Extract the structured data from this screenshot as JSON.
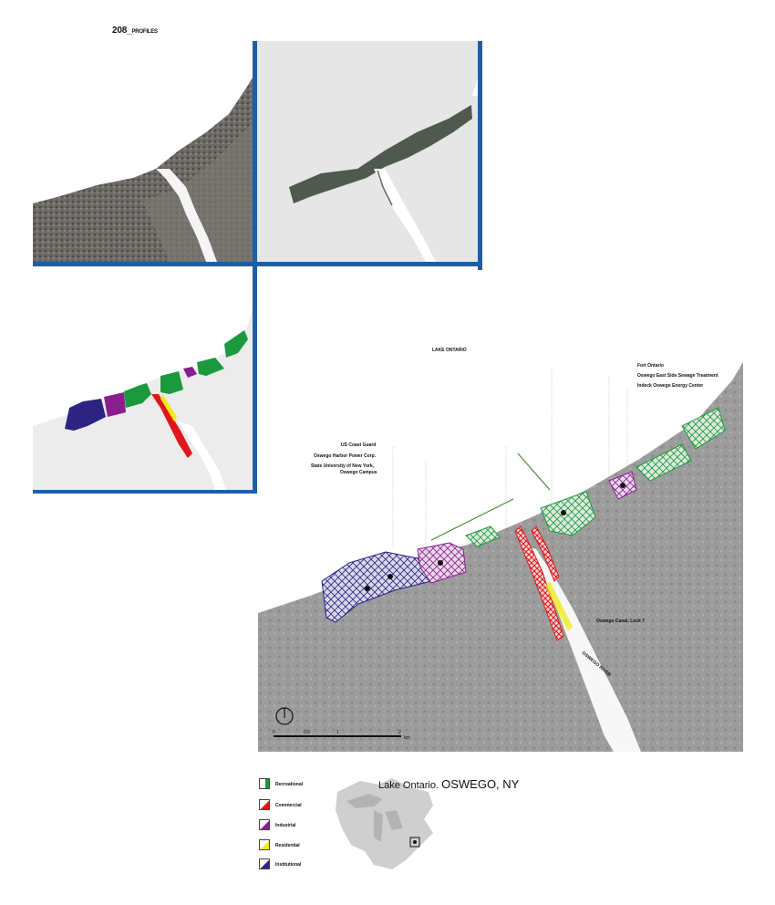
{
  "header": {
    "page_number": "208_",
    "section": "PROFILES"
  },
  "map": {
    "lake_label": "LAKE ONTARIO",
    "river_label": "OSWEGO RIVER",
    "callouts": [
      "US Coast Guard",
      "Oswego Harbor Power Corp.",
      "State University of New York,",
      "Oswego Campus",
      "Fort Ontario",
      "Oswego East Side Sewage Treatment",
      "Indeck Oswego Energy Center",
      "Oswego Canal, Lock 7"
    ],
    "scale": {
      "ticks": [
        "0",
        "0.5",
        "1",
        "2"
      ],
      "unit": "km"
    }
  },
  "legend": {
    "items": [
      {
        "label": "Recreational",
        "color": "#1a9a3c"
      },
      {
        "label": "Commercial",
        "color": "#e0161b"
      },
      {
        "label": "Industrial",
        "color": "#8a1e8e"
      },
      {
        "label": "Residential",
        "color": "#f1ea1c"
      },
      {
        "label": "Institutional",
        "color": "#2c2383"
      }
    ]
  },
  "title": {
    "prefix": "Lake Ontario.",
    "place": "OSWEGO, NY"
  },
  "colors": {
    "frame": "#1c5fa6",
    "water": "#ececec",
    "land": "#8c8c8c"
  }
}
